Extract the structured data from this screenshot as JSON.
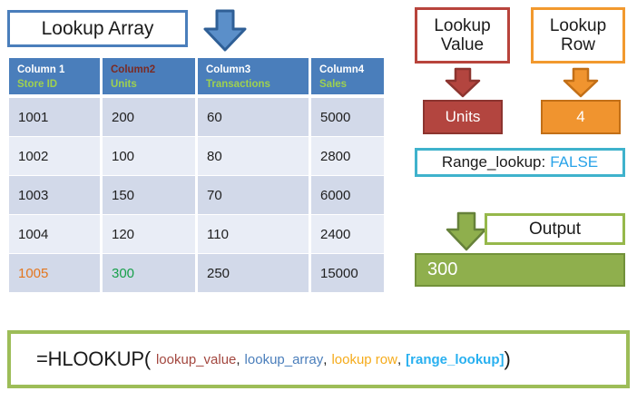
{
  "title_box": {
    "label": "Lookup Array"
  },
  "table": {
    "headers": [
      {
        "name": "Column 1",
        "sub": "Store ID",
        "accent": false
      },
      {
        "name": "Column2",
        "sub": "Units",
        "accent": true
      },
      {
        "name": "Column3",
        "sub": "Transactions",
        "accent": false
      },
      {
        "name": "Column4",
        "sub": "Sales",
        "accent": false
      }
    ],
    "rows": [
      {
        "cells": [
          "1001",
          "200",
          "60",
          "5000"
        ]
      },
      {
        "cells": [
          "1002",
          "100",
          "80",
          "2800"
        ]
      },
      {
        "cells": [
          "1003",
          "150",
          "70",
          "6000"
        ]
      },
      {
        "cells": [
          "1004",
          "120",
          "110",
          "2400"
        ]
      },
      {
        "cells": [
          "1005",
          "300",
          "250",
          "15000"
        ]
      }
    ]
  },
  "lookup_value": {
    "label_line1": "Lookup",
    "label_line2": "Value",
    "value": "Units"
  },
  "lookup_row": {
    "label_line1": "Lookup",
    "label_line2": "Row",
    "value": "4"
  },
  "range_lookup": {
    "label": "Range_lookup:",
    "value": "FALSE"
  },
  "output": {
    "label": "Output",
    "value": "300"
  },
  "formula": {
    "function": "=HLOOKUP(",
    "arg1": "lookup_value",
    "sep1": ",",
    "arg2": "lookup_array",
    "sep2": ",",
    "arg3": "lookup row",
    "sep3": ",",
    "arg4": "[range_lookup]",
    "close": ")"
  },
  "colors": {
    "table_header": "#4a7ebb",
    "lookup_value_accent": "#b8443c",
    "lookup_row_accent": "#f2992e",
    "range_lookup_accent": "#3fb2cc",
    "output_accent": "#96b84b",
    "highlight_row_id": "#e3761e",
    "highlight_value": "#18a04b"
  },
  "icons": {
    "arrow_array": "down-arrow-blue",
    "arrow_value": "down-arrow-red",
    "arrow_row": "down-arrow-orange",
    "arrow_output": "down-arrow-green"
  }
}
